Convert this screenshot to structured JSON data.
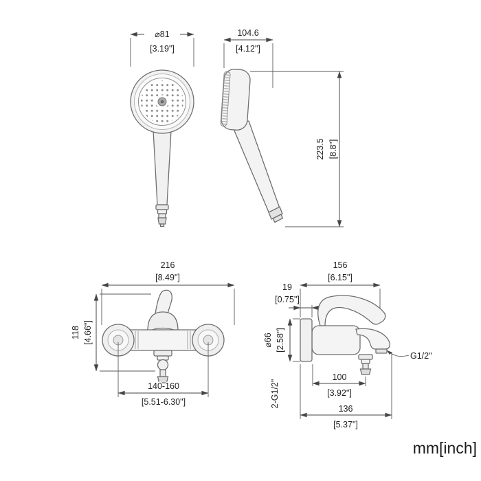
{
  "units_label": "mm[inch]",
  "shower_front": {
    "diameter_mm": "⌀81",
    "diameter_in": "[3.19\"]"
  },
  "shower_side": {
    "width_mm": "104.6",
    "width_in": "[4.12\"]",
    "height_mm": "223.5",
    "height_in": "[8.8\"]"
  },
  "mixer_front": {
    "width_mm": "216",
    "width_in": "[8.49\"]",
    "height_mm": "118",
    "height_in": "[4.66\"]",
    "centers_mm": "140-160",
    "centers_in": "[5.51-6.30\"]"
  },
  "mixer_side": {
    "depth_mm": "156",
    "depth_in": "[6.15\"]",
    "plate_mm": "19",
    "plate_in": "[0.75\"]",
    "flange_mm": "⌀66",
    "flange_in": "[2.58\"]",
    "outlet_mm": "100",
    "outlet_in": "[3.92\"]",
    "overall_mm": "136",
    "overall_in": "[5.37\"]",
    "spout_thread": "G1/2\"",
    "inlet_thread": "2-G1/2\""
  }
}
